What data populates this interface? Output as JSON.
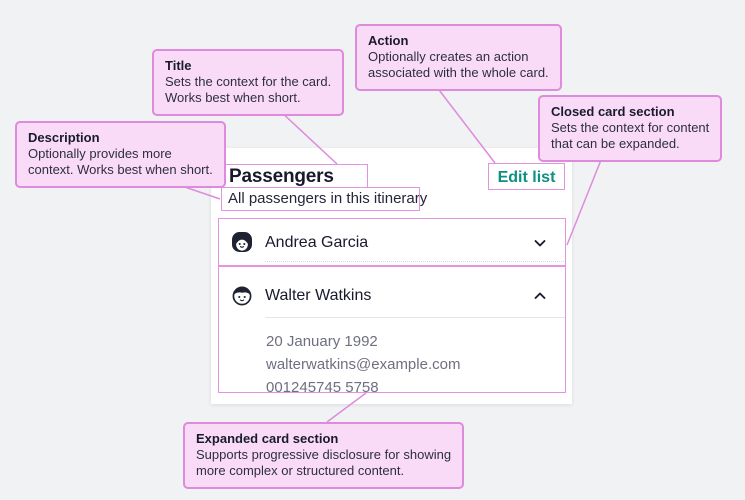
{
  "annotations": {
    "title": {
      "heading": "Title",
      "line1": "Sets the context for the card.",
      "line2": "Works best when short."
    },
    "action": {
      "heading": "Action",
      "line1": "Optionally creates an action",
      "line2": "associated with the whole card."
    },
    "description": {
      "heading": "Description",
      "line1": "Optionally provides more",
      "line2": "context. Works best when short."
    },
    "closed": {
      "heading": "Closed card section",
      "line1": "Sets the context for content",
      "line2": "that can be expanded."
    },
    "expanded": {
      "heading": "Expanded card section",
      "line1": "Supports progressive disclosure for showing",
      "line2": "more complex or structured content."
    }
  },
  "card": {
    "title": "Passengers",
    "description": "All passengers in this itinerary",
    "action_label": "Edit list",
    "sections": [
      {
        "name": "Andrea Garcia",
        "state": "closed"
      },
      {
        "name": "Walter Watkins",
        "state": "expanded",
        "details": {
          "date_of_birth": "20 January 1992",
          "email": "walterwatkins@example.com",
          "phone": "001245745 5758"
        }
      }
    ]
  },
  "icons": {
    "section1_avatar": "female-avatar-icon",
    "section2_avatar": "child-avatar-icon",
    "section1_chevron": "chevron-down-icon",
    "section2_chevron": "chevron-up-icon"
  },
  "colors": {
    "page_background": "#f1f2f4",
    "panel_background": "#ffffff",
    "annotation_fill": "#f9dbf8",
    "annotation_border": "#de8add",
    "accent_action_teal": "#0e8f84",
    "primary_text": "#181a2c",
    "secondary_text": "#6e7080"
  }
}
